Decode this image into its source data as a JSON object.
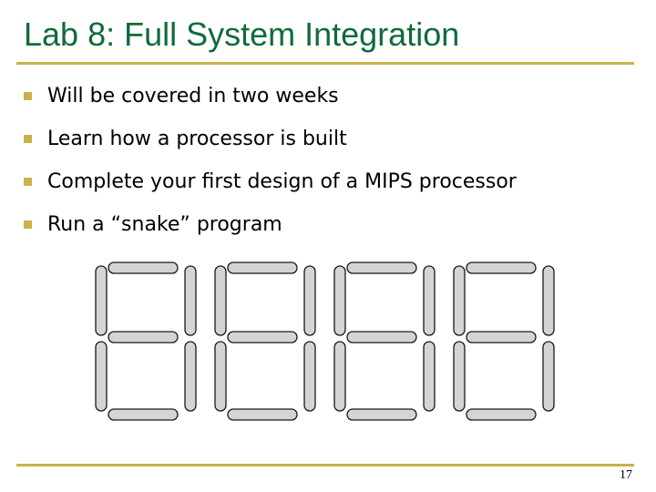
{
  "slide": {
    "title": "Lab 8: Full System Integration",
    "bullets": [
      "Will be covered in two weeks",
      "Learn how a processor is built",
      "Complete your first design of a MIPS processor",
      "Run a “snake” program"
    ],
    "page_number": "17"
  },
  "display": {
    "digits": 4,
    "segment_fill": "#d4d4d4",
    "segment_stroke": "#1a1a1a",
    "lit_segments": []
  },
  "colors": {
    "title": "#0f6b3a",
    "accent": "#c9b24a"
  }
}
